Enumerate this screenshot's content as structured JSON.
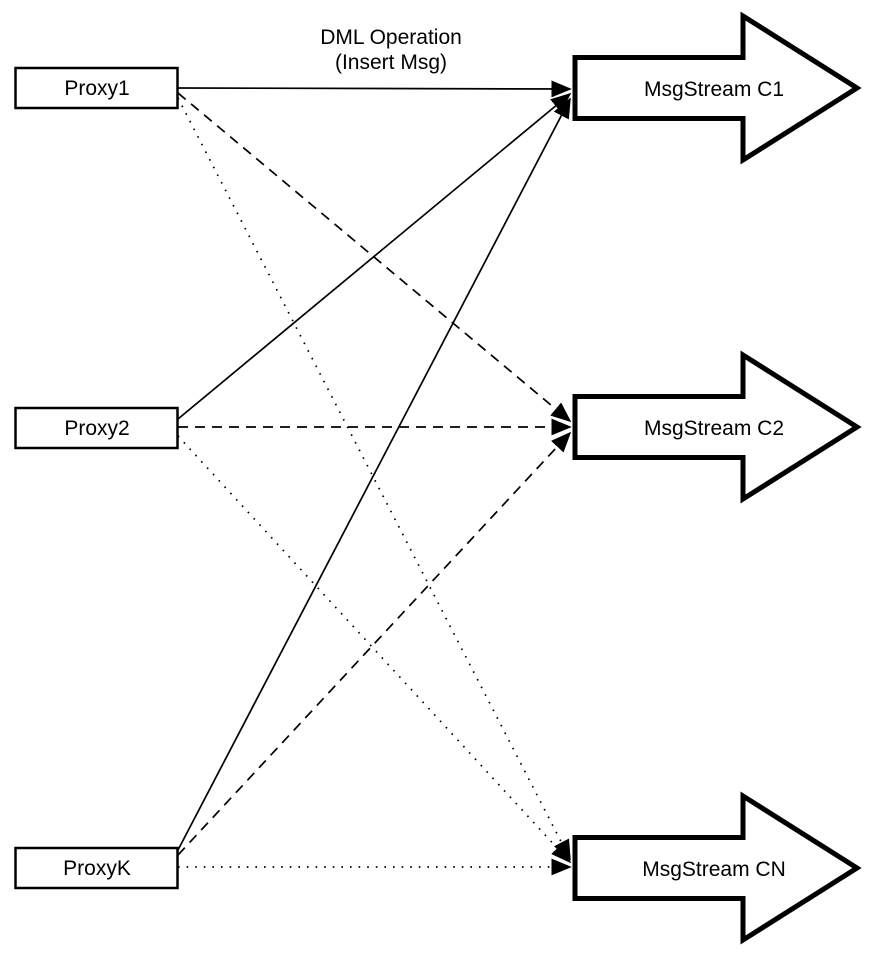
{
  "diagram": {
    "title": {
      "line1": "DML Operation",
      "line2": "(Insert Msg)"
    },
    "proxies": [
      {
        "id": "proxy1",
        "label": "Proxy1"
      },
      {
        "id": "proxy2",
        "label": "Proxy2"
      },
      {
        "id": "proxyk",
        "label": "ProxyK"
      }
    ],
    "streams": [
      {
        "id": "c1",
        "label": "MsgStream C1"
      },
      {
        "id": "c2",
        "label": "MsgStream C2"
      },
      {
        "id": "cn",
        "label": "MsgStream CN"
      }
    ],
    "edges": [
      {
        "source": "Proxy1",
        "target": "MsgStream C1",
        "line_style": "solid"
      },
      {
        "source": "Proxy2",
        "target": "MsgStream C1",
        "line_style": "solid"
      },
      {
        "source": "ProxyK",
        "target": "MsgStream C1",
        "line_style": "solid"
      },
      {
        "source": "Proxy1",
        "target": "MsgStream C2",
        "line_style": "dashed"
      },
      {
        "source": "Proxy2",
        "target": "MsgStream C2",
        "line_style": "dashed"
      },
      {
        "source": "ProxyK",
        "target": "MsgStream C2",
        "line_style": "dashed"
      },
      {
        "source": "Proxy1",
        "target": "MsgStream CN",
        "line_style": "dotted"
      },
      {
        "source": "Proxy2",
        "target": "MsgStream CN",
        "line_style": "dotted"
      },
      {
        "source": "ProxyK",
        "target": "MsgStream CN",
        "line_style": "dotted"
      }
    ],
    "colors": {
      "line": "#000000",
      "shape_fill": "#ffffff",
      "background": "#ffffff"
    }
  }
}
